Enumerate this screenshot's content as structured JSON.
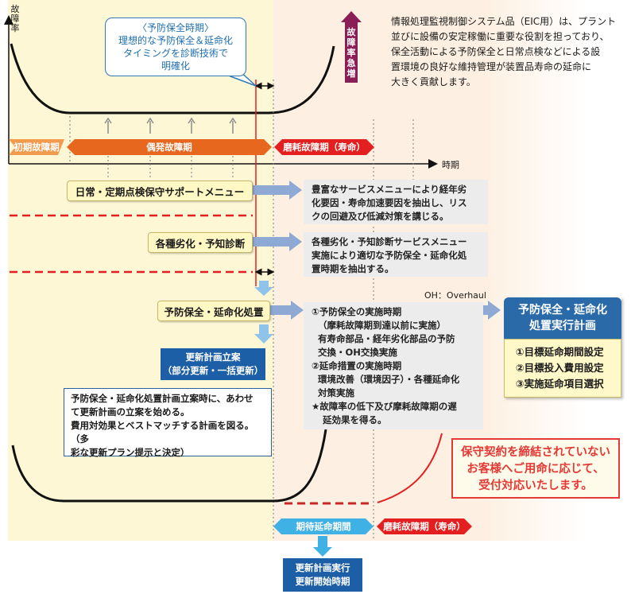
{
  "axis": {
    "y_label": [
      "故",
      "障",
      "率"
    ],
    "x_label": "時期"
  },
  "callout": {
    "title": "〈予防保全時期〉",
    "lines": [
      "理想的な予防保全＆延命化",
      "タイミングを診断技術で",
      "明確化"
    ]
  },
  "rising_label": [
    "故",
    "障",
    "率",
    "急",
    "増"
  ],
  "intro_lines": [
    "情報処理監視制御システム品（EIC用）は、プラント",
    "並びに設備の安定稼働に重要な役割を担っており、",
    "保全活動による予防保全と日常点検などによる設",
    "置環境の良好な維持管理が装置品寿命の延命に",
    "大きく貢献します。"
  ],
  "phases": {
    "initial": "初期故障期",
    "random": "偶発故障期",
    "wearout": "磨耗故障期（寿命）"
  },
  "menu1": {
    "label": "日常・定期点検保守サポートメニュー",
    "desc": [
      "豊富なサービスメニューにより経年劣",
      "化要因・寿命加速要因を抽出し、リス",
      "クの回避及び低減対策を講じる。"
    ]
  },
  "menu2": {
    "label": "各種劣化・予知診断",
    "desc": [
      "各種劣化・予知診断サービスメニュー",
      "実施により適切な予防保全・延命化処",
      "置時期を抽出する。"
    ]
  },
  "menu3": {
    "label": "予防保全・延命化処置",
    "desc": [
      "①予防保全の実施時期",
      "（摩耗故障期到達以前に実施）",
      "有寿命部品・経年劣化部品の予防",
      "交換・OH交換実施",
      "②延命措置の実施時期",
      "環境改善（環境因子）・各種延命化",
      "対策実施",
      "★故障率の低下及び摩耗故障期の遅",
      "延効果を得る。"
    ]
  },
  "oh_note": "OH：Overhaul",
  "plan": {
    "title": [
      "予防保全・延命化",
      "処置実行計画"
    ],
    "items": [
      "①目標延命期間設定",
      "②目標投入費用設定",
      "③実施延命項目選択"
    ]
  },
  "renewal_plan": [
    "更新計画立案",
    "（部分更新・一括更新）"
  ],
  "renewal_note": [
    "予防保全・延命化処置計画立案時に、あわせ",
    "て更新計画の立案を始める。",
    "費用対効果とベストマッチする計画を図る。（多",
    "彩な更新プラン提示と決定）"
  ],
  "contract_note": [
    "保守契約を締結されていない",
    "お客様へご用命に応じて、",
    "受付対応いたします。"
  ],
  "bottom_phases": {
    "extended": "期待延命期間",
    "wearout": "磨耗故障期（寿命）"
  },
  "renewal_exec": [
    "更新計画実行",
    "更新開始時期"
  ],
  "colors": {
    "orange": "#e8671f",
    "red": "#e31f1f",
    "blue": "#2a6aa9",
    "cyan": "#3fb1e5",
    "purple": "#8a1e56"
  }
}
